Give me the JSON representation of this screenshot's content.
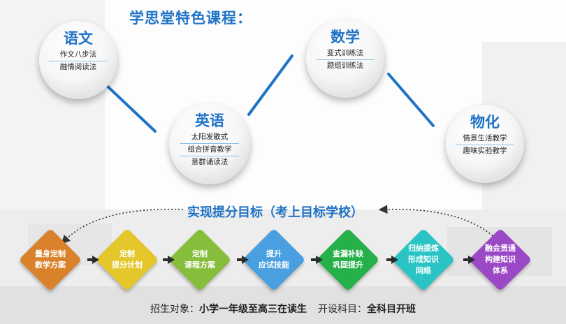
{
  "title": "学思堂特色课程：",
  "courses": [
    {
      "subject": "语文",
      "items": [
        "作文八步法",
        "融情阅读法"
      ]
    },
    {
      "subject": "英语",
      "items": [
        "太阳发散式",
        "组合拼音教学",
        "意群诵读法"
      ]
    },
    {
      "subject": "数学",
      "items": [
        "变式训练法",
        "题组训练法"
      ]
    },
    {
      "subject": "物化",
      "items": [
        "情景生活教学",
        "趣味实验教学"
      ]
    }
  ],
  "goal": "实现提分目标（考上目标学校）",
  "steps": [
    {
      "lines": [
        "量身定制",
        "教学方案"
      ],
      "color": "#d9822b"
    },
    {
      "lines": [
        "定制",
        "提分计划"
      ],
      "color": "#e4c72a"
    },
    {
      "lines": [
        "定制",
        "课程方案"
      ],
      "color": "#86bd3a"
    },
    {
      "lines": [
        "提升",
        "应试技能"
      ],
      "color": "#4a9fe0"
    },
    {
      "lines": [
        "查漏补缺",
        "巩固提升"
      ],
      "color": "#26b04a"
    },
    {
      "lines": [
        "归纳提炼",
        "形成知识",
        "网络"
      ],
      "color": "#2ac4c4"
    },
    {
      "lines": [
        "融会贯通",
        "构建知识",
        "体系"
      ],
      "color": "#9b48c7"
    }
  ],
  "footer": {
    "enroll_label": "招生对象：",
    "enroll_value": "小学一年级至高三在读生",
    "subject_label": "开设科目：",
    "subject_value": "全科目开班"
  },
  "colors": {
    "accent": "#1f73c6"
  }
}
